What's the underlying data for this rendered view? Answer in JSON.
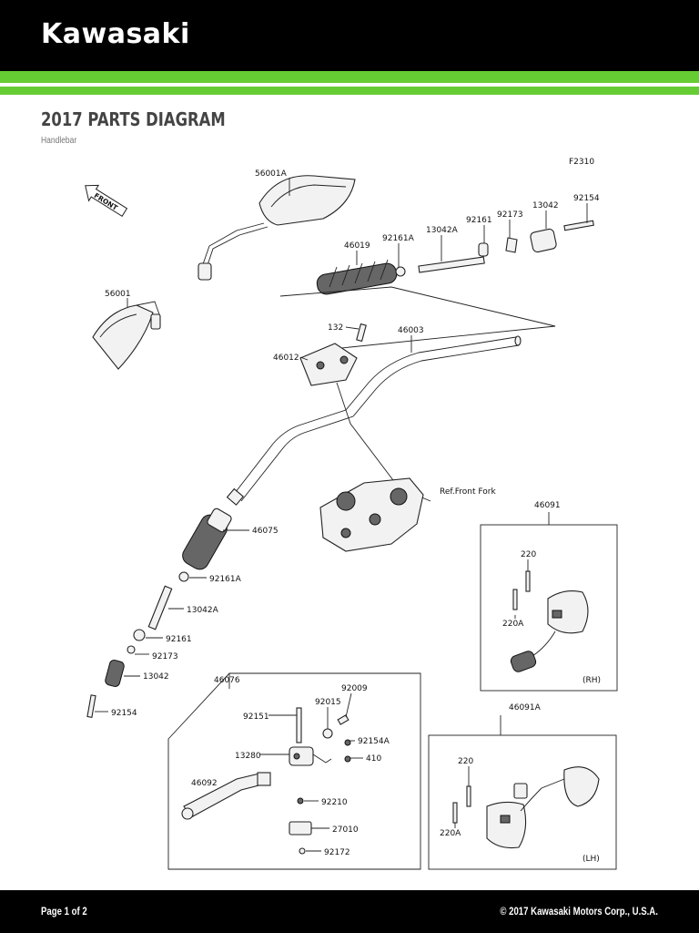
{
  "header": {
    "brand": "Kawasaki",
    "title": "2017 PARTS DIAGRAM",
    "subtitle": "Handlebar"
  },
  "colors": {
    "accent": "#66cc33",
    "header_bg": "#000000"
  },
  "diagram": {
    "code": "F2310",
    "front_label": "FRONT",
    "ref_label": "Ref.Front Fork",
    "rh_label": "(RH)",
    "lh_label": "(LH)",
    "parts": {
      "p56001A": "56001A",
      "p56001": "56001",
      "p92154_top": "92154",
      "p13042_top": "13042",
      "p92173_top": "92173",
      "p92161_top": "92161",
      "p13042A_top": "13042A",
      "p92161A_top": "92161A",
      "p46019": "46019",
      "p132": "132",
      "p46003": "46003",
      "p46012": "46012",
      "p46075": "46075",
      "p92161A_bot": "92161A",
      "p13042A_bot": "13042A",
      "p92161_bot": "92161",
      "p92173_bot": "92173",
      "p13042_bot": "13042",
      "p92154_bot": "92154",
      "p46091": "46091",
      "p220_rh": "220",
      "p220A_rh": "220A",
      "p46091A": "46091A",
      "p220_lh": "220",
      "p220A_lh": "220A",
      "p46076": "46076",
      "p92009": "92009",
      "p92015": "92015",
      "p92151": "92151",
      "p92154A": "92154A",
      "p13280": "13280",
      "p410": "410",
      "p46092": "46092",
      "p92210": "92210",
      "p27010": "27010",
      "p92172": "92172"
    }
  },
  "footer": {
    "page": "Page 1 of 2",
    "copyright": "© 2017 Kawasaki Motors Corp., U.S.A."
  }
}
